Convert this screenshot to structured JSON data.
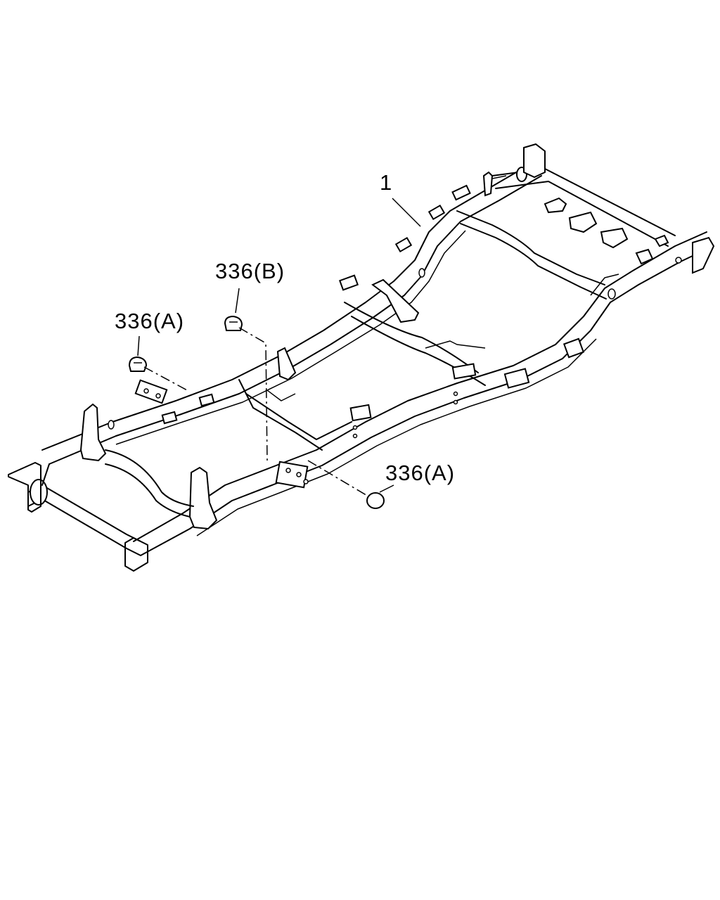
{
  "callouts": {
    "frame": "1",
    "plug_b": "336(B)",
    "plug_a_left": "336(A)",
    "plug_a_right": "336(A)"
  },
  "colors": {
    "line": "#000000",
    "background": "#ffffff"
  }
}
